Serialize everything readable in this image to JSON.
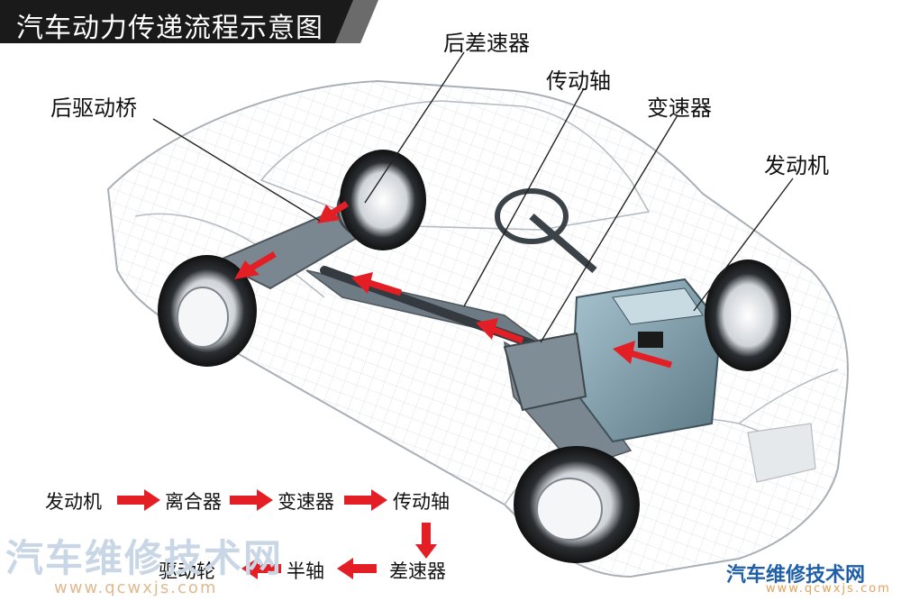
{
  "title": "汽车动力传递流程示意图",
  "callouts": {
    "rear_differential": "后差速器",
    "drive_shaft": "传动轴",
    "transmission": "变速器",
    "engine": "发动机",
    "rear_drive_axle": "后驱动桥"
  },
  "flow": {
    "engine": "发动机",
    "clutch": "离合器",
    "transmission": "变速器",
    "drive_shaft": "传动轴",
    "differential": "差速器",
    "half_shaft": "半轴",
    "drive_wheel": "驱动轮"
  },
  "watermark": {
    "main_text": "汽车维修技术网",
    "url": "www.qcwxjs.com",
    "corner_text": "汽车维修技术网",
    "corner_url": "www.qcwxjs.com"
  },
  "colors": {
    "arrow": "#e31e24",
    "title_bg": "#1a1a1a",
    "car_line": "#b9bec4",
    "chassis": "#7a8791"
  }
}
